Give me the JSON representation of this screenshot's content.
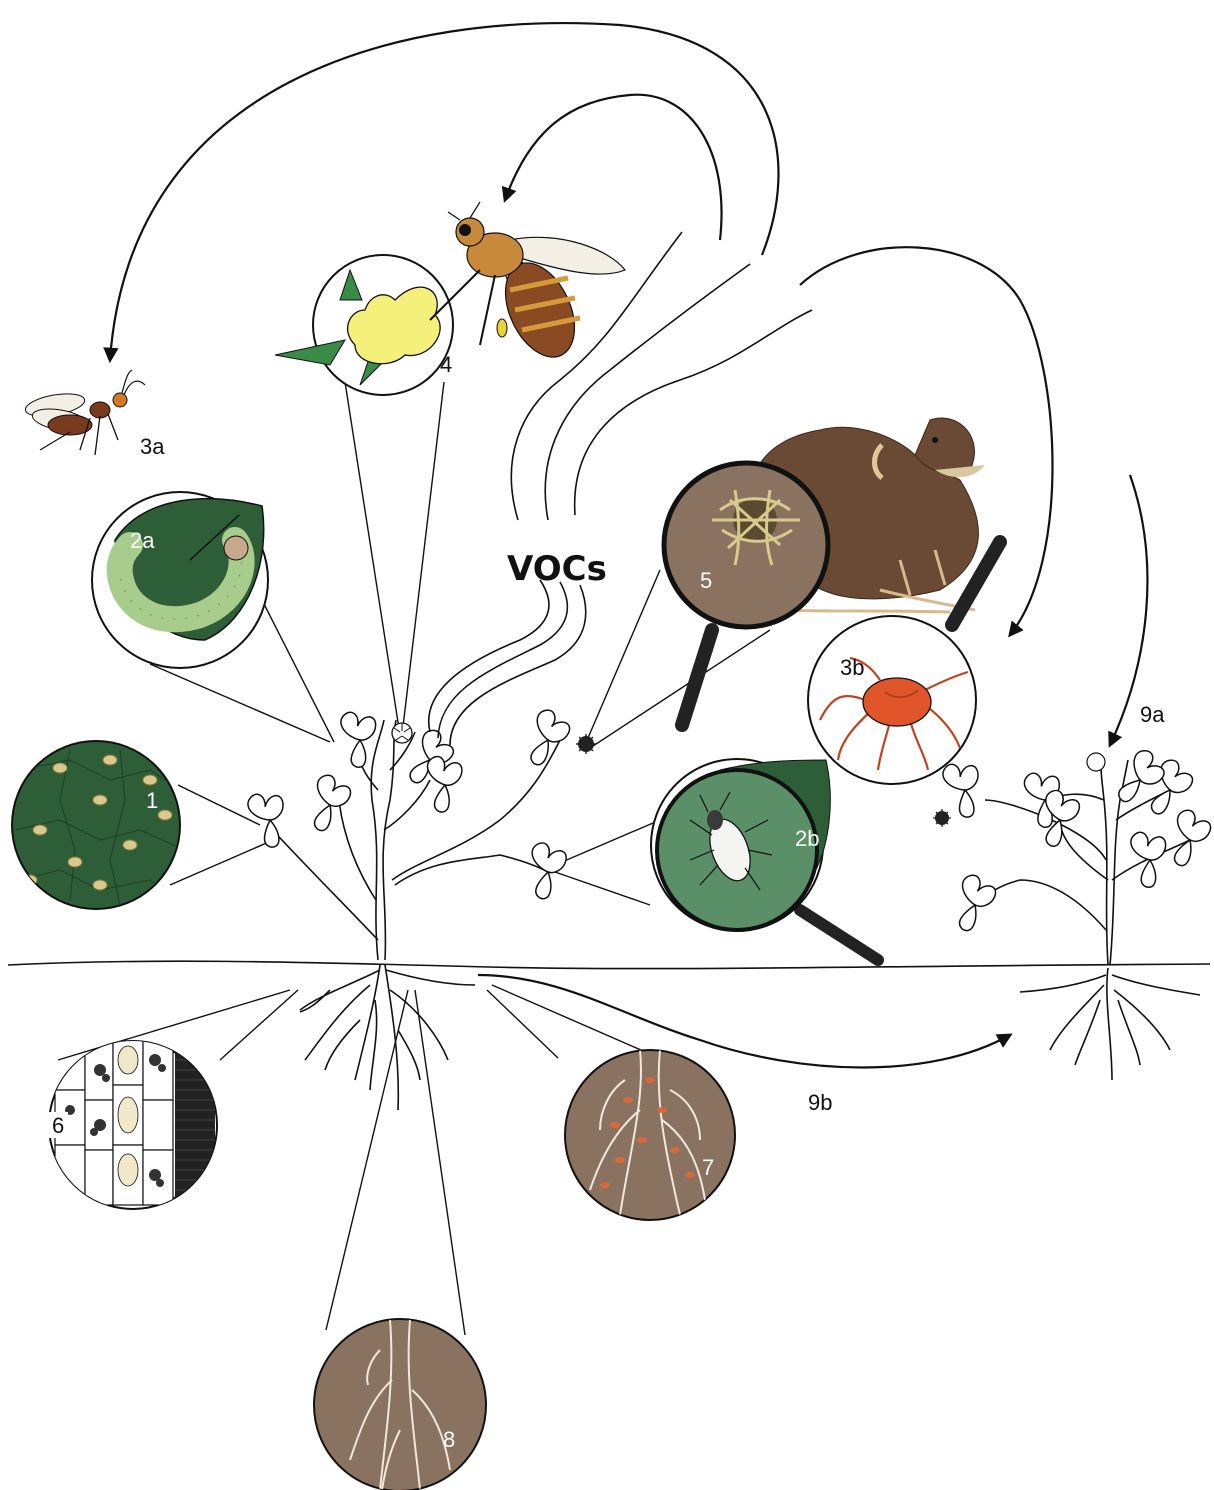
{
  "labels": {
    "l1": "1",
    "l2a": "2a",
    "l2b": "2b",
    "l3a": "3a",
    "l3b": "3b",
    "l4": "4",
    "l5": "5",
    "l6": "6",
    "l7": "7",
    "l8": "8",
    "l9a": "9a",
    "l9b": "9b",
    "vocs": "VOCs"
  },
  "colors": {
    "leaf_dark_green": "#2e5e38",
    "leaf_medium_green": "#5a8f68",
    "soil_brown": "#8a7260",
    "vole_brown": "#6b4a35",
    "mite_red": "#e0552a",
    "flower_yellow": "#f4f07a",
    "bee_brown": "#8a4a22",
    "caterpillar_green": "#a8cc8c"
  },
  "icons": {
    "fungal_spores": "spore-on-leaf-icon",
    "caterpillar": "caterpillar-icon",
    "thrips": "thrips-icon",
    "parasitoid_wasp": "wasp-icon",
    "predatory_mite": "mite-icon",
    "flower_with_bee": "bee-icon",
    "seed_with_vole": "vole-icon",
    "endophyte_cells": "root-cells-icon",
    "root_nodules": "root-nodule-icon",
    "roots": "root-icon"
  }
}
